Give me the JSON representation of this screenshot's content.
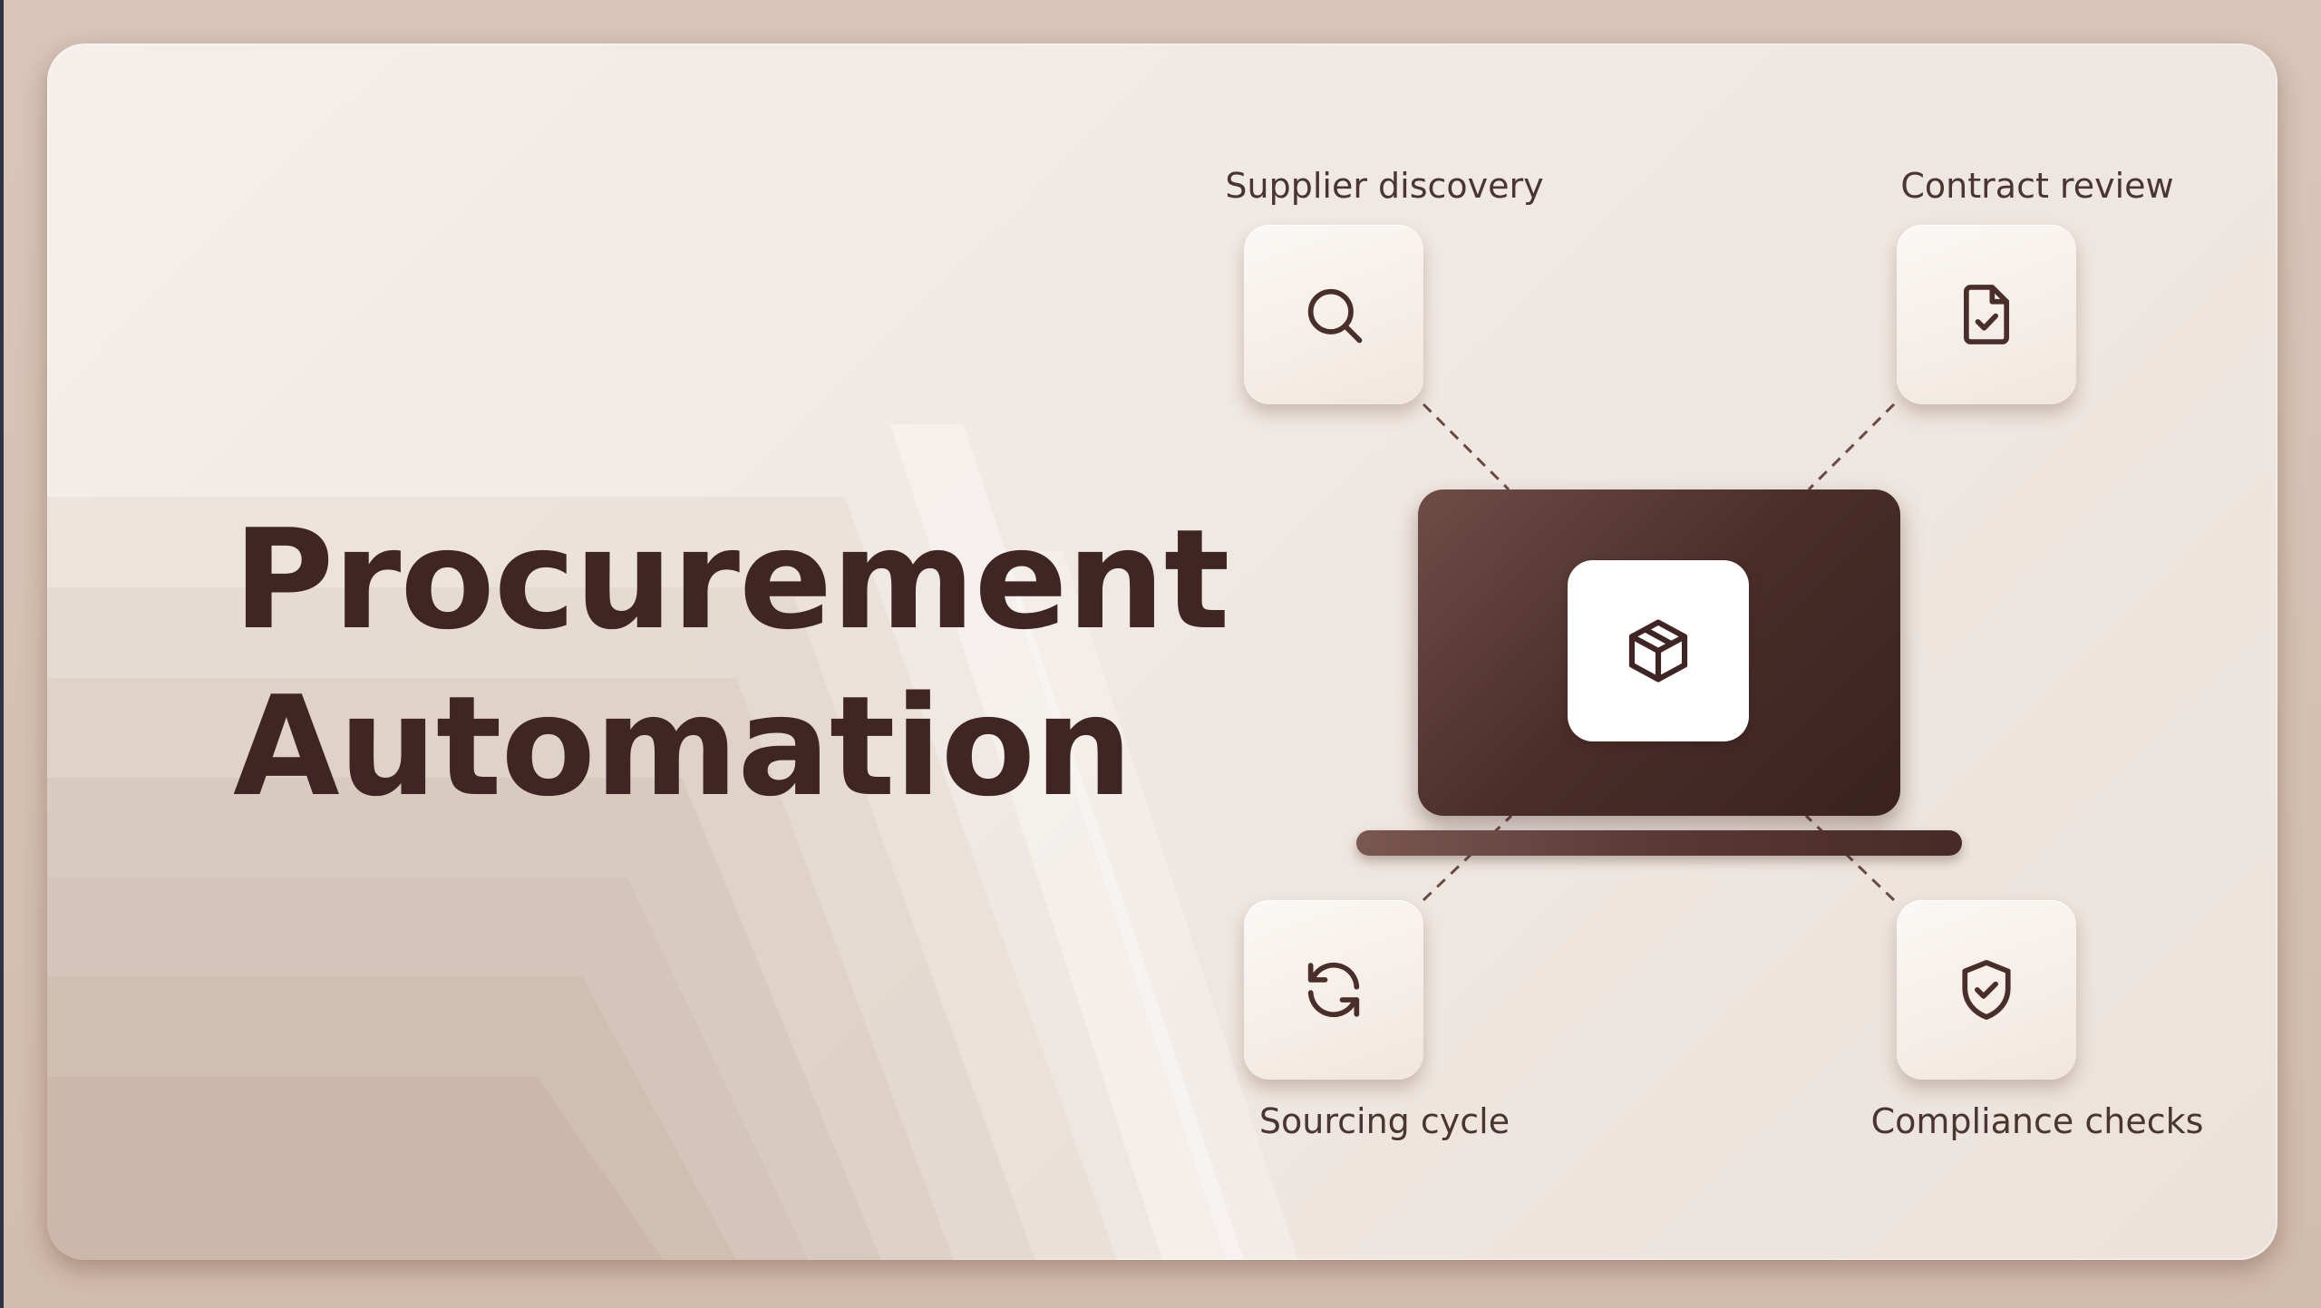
{
  "slide": {
    "title_line1": "Procurement",
    "title_line2": "Automation"
  },
  "features": [
    {
      "label": "Supplier discovery",
      "icon": "search-icon"
    },
    {
      "label": "Contract review",
      "icon": "document-check-icon"
    },
    {
      "label": "Sourcing cycle",
      "icon": "refresh-icon"
    },
    {
      "label": "Compliance checks",
      "icon": "shield-check-icon"
    }
  ],
  "center": {
    "icon": "package-box-icon"
  },
  "colors": {
    "title": "#3f2624",
    "icon_stroke": "#4a2e2b",
    "laptop": "#4a2d29",
    "background": "#f1ebe6"
  }
}
